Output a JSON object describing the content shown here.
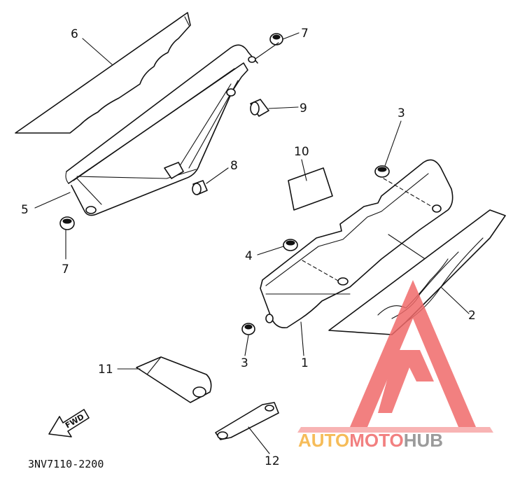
{
  "diagram": {
    "part_labels": [
      "1",
      "2",
      "3",
      "3",
      "4",
      "5",
      "6",
      "7",
      "7",
      "8",
      "9",
      "10",
      "11",
      "12"
    ],
    "arrow_text": "FWD",
    "drawing_code": "3NV7110-2200"
  },
  "watermark": {
    "text_auto": "AUTO",
    "text_moto": "MOTO",
    "text_hub": "HUB",
    "color_primary": "#f06a6a",
    "color_secondary": "#f5b13d",
    "color_text_dark": "#8a8a8a"
  }
}
